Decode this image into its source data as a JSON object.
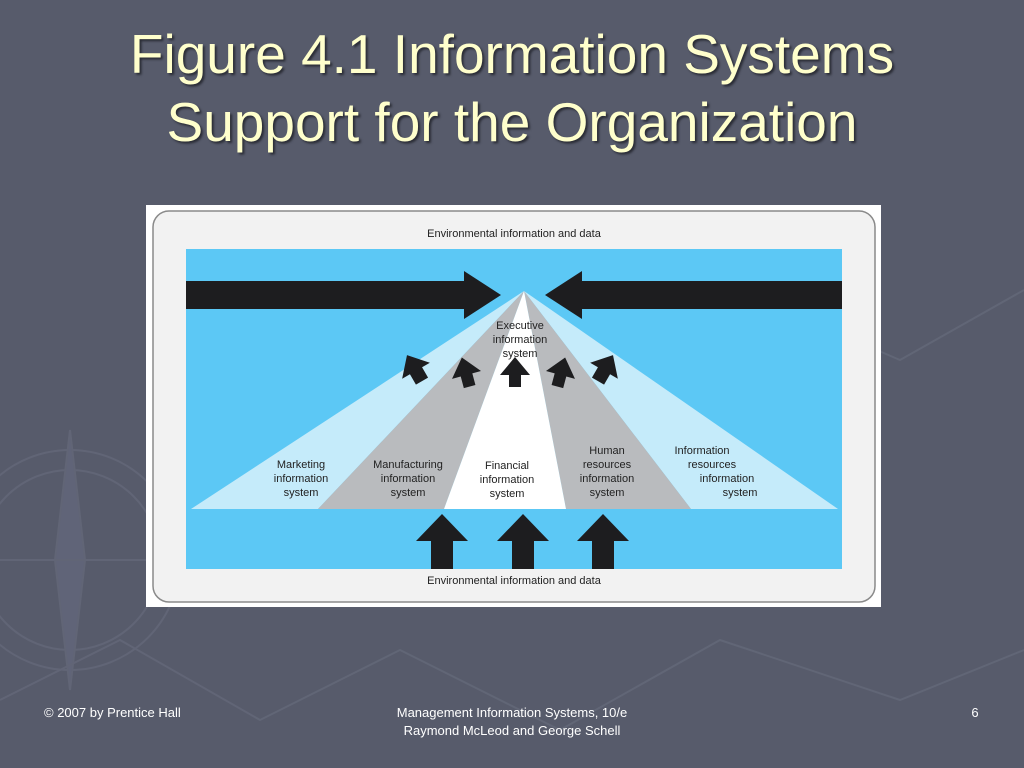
{
  "slide": {
    "title_line1": "Figure 4.1 Information Systems",
    "title_line2": "Support for the Organization",
    "footer_left": "© 2007 by Prentice Hall",
    "footer_center_line1": "Management Information Systems, 10/e",
    "footer_center_line2": "Raymond McLeod and George Schell",
    "page_number": "6"
  },
  "diagram": {
    "env_top": "Environmental information and data",
    "env_bottom": "Environmental information and data",
    "apex": [
      "Executive",
      "information",
      "system"
    ],
    "marketing": [
      "Marketing",
      "information",
      "system"
    ],
    "manufacturing": [
      "Manufacturing",
      "information",
      "system"
    ],
    "financial": [
      "Financial",
      "information",
      "system"
    ],
    "human": [
      "Human",
      "resources",
      "information",
      "system"
    ],
    "info_resources": [
      "Information",
      "resources",
      "information",
      "system"
    ]
  },
  "colors": {
    "background": "#575b6b",
    "title": "#ffffcc",
    "sky_blue": "#5cc8f5",
    "light_blue": "#c5ebfa",
    "gray": "#b9bbbe",
    "arrow": "#1d1d1f"
  }
}
